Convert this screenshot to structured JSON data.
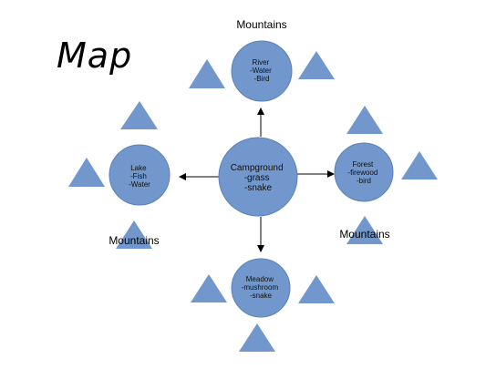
{
  "title": "Map",
  "colors": {
    "shape_fill": "#7197cc",
    "shape_stroke": "#5b81b8",
    "arrow": "#000000",
    "text": "#111111"
  },
  "nodes": {
    "campground": {
      "lines": [
        "Campground",
        "-grass",
        "-snake"
      ]
    },
    "river": {
      "lines": [
        "River",
        "-Water",
        "-Bird"
      ]
    },
    "lake": {
      "lines": [
        "Lake",
        "-Fish",
        "-Water"
      ]
    },
    "forest": {
      "lines": [
        "Forest",
        "-firewood",
        "-bird"
      ]
    },
    "meadow": {
      "lines": [
        "Meadow",
        "-mushroom",
        "-snake"
      ]
    }
  },
  "mountain_labels": [
    "Mountains",
    "Mountains",
    "Mountains"
  ]
}
